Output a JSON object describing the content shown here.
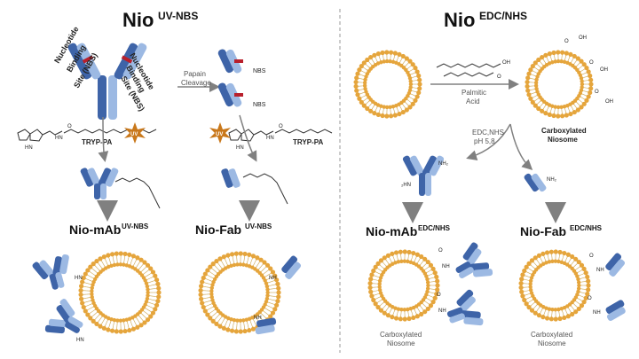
{
  "left_title": {
    "main": "Nio",
    "sup": "UV-NBS"
  },
  "right_title": {
    "main": "Nio",
    "sup": "EDC/NHS"
  },
  "nbs_label_left": [
    "Nucleotide",
    "Binding",
    "Site (NBS)"
  ],
  "nbs_label_right": [
    "Nucleotide",
    "Binding",
    "Site (NBS)"
  ],
  "papain": [
    "Papain",
    "Cleavage"
  ],
  "nbs": "NBS",
  "tryp_pa": "TRYP-PA",
  "uv": "UV",
  "nio_mab_uv": {
    "main": "Nio-mAb",
    "sup": "UV-NBS"
  },
  "nio_fab_uv": {
    "main": "Nio-Fab",
    "sup": "UV-NBS"
  },
  "palmitic": [
    "Palmitic",
    "Acid"
  ],
  "edc": [
    "EDC,NHS",
    "pH 5,8"
  ],
  "carboxylated_bold": [
    "Carboxylated",
    "Niosome"
  ],
  "nio_mab_edc": {
    "main": "Nio-mAb",
    "sup": "EDC/NHS"
  },
  "nio_fab_edc": {
    "main": "Nio-Fab",
    "sup": "EDC/NHS"
  },
  "carboxylated": [
    "Carboxylated",
    "Niosome"
  ],
  "chem": {
    "nh": "NH",
    "hn": "HN",
    "o": "O",
    "oh": "OH",
    "nh2": "NH₂",
    "h2n": "₂HN"
  },
  "colors": {
    "lipid": "#E5A53C",
    "ab_dark": "#3E64A8",
    "ab_light": "#9CB9E3",
    "nbs_red": "#B8202C",
    "arrow": "#808080",
    "star": "#C9781B"
  }
}
